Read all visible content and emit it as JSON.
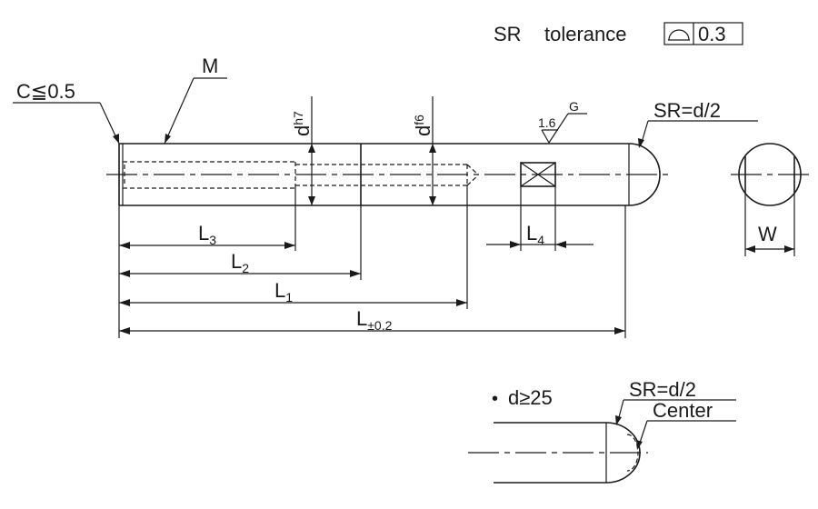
{
  "header": {
    "sr_label": "SR",
    "tolerance_label": "tolerance",
    "tolerance_value": "0.3"
  },
  "labels": {
    "chamfer": "C≦0.5",
    "thread": "M",
    "d_h7_base": "d",
    "d_h7_sup": "h7",
    "d_f6_base": "d",
    "d_f6_sup": "f6",
    "roughness_value": "1.6",
    "roughness_grade": "G",
    "sr": "SR=d/2",
    "width": "W"
  },
  "dimensions": {
    "l3": {
      "base": "L",
      "sub": "3"
    },
    "l2": {
      "base": "L",
      "sub": "2"
    },
    "l1": {
      "base": "L",
      "sub": "1"
    },
    "l": {
      "base": "L",
      "sub": "±0.2"
    },
    "l4": {
      "base": "L",
      "sub": "4"
    }
  },
  "detail": {
    "note_bullet": "•",
    "note": "d≥25",
    "sr": "SR=d/2",
    "center": "Center"
  }
}
